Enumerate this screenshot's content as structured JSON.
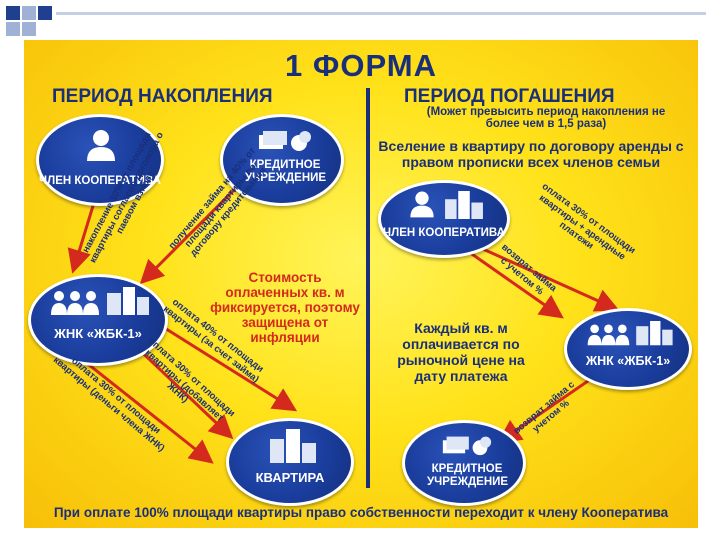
{
  "title": "1 ФОРМА",
  "left_heading": "ПЕРИОД НАКОПЛЕНИЯ",
  "right_heading": "ПЕРИОД ПОГАШЕНИЯ",
  "right_subnote": "(Может превысить период накопления не более чем в 1,5 раза)",
  "right_top_text": "Вселение в квартиру по договору аренды с правом прописки всех членов семьи",
  "left_member_label": "ЧЛЕН КООПЕРАТИВА",
  "left_credit_label": "КРЕДИТНОЕ УЧРЕЖДЕНИЕ",
  "left_zhnk_label": "ЖНК «ЖБК-1»",
  "apartment_label": "КВАРТИРА",
  "right_member_label": "ЧЛЕН КООПЕРАТИВА",
  "right_zhnk_label": "ЖНК «ЖБК-1»",
  "right_credit_label": "КРЕДИТНОЕ УЧРЕЖДЕНИЕ",
  "cost_note": "Стоимость оплаченных кв. м фиксируется, поэтому защищена от инфляции",
  "sqm_note": "Каждый кв. м оплачивается по рыночной цене на дату платежа",
  "arrow_member_to_zhnk": "накопление 30% от площади квартиры согласно договора о паевом взносе",
  "arrow_credit_to_zhnk": "получение займа на 40% от площади квартиры по договору кредитования",
  "arrow_zhnk_pay40": "оплата 40% от площади квартиры (за счет займа)",
  "arrow_zhnk_pay30": "оплата 30% от площади квартиры (добавляет ЖНК)",
  "arrow_zhnk_pay30_member": "оплата 30% от площади квартиры (деньги члена ЖНК)",
  "arrow_rent": "оплата 30% от площади квартиры + арендные платежи",
  "arrow_loan_return_member": "возврат займа с учетом %",
  "arrow_loan_return_zhnk": "возврат займа с учетом %",
  "footer": "При оплате 100% площади квартиры право собственности переходит к члену Кооператива",
  "colors": {
    "navy": "#1a2f7a",
    "node_blue": "#1a3d9c",
    "red": "#d42a1e",
    "yellow": "#ffe21a"
  }
}
